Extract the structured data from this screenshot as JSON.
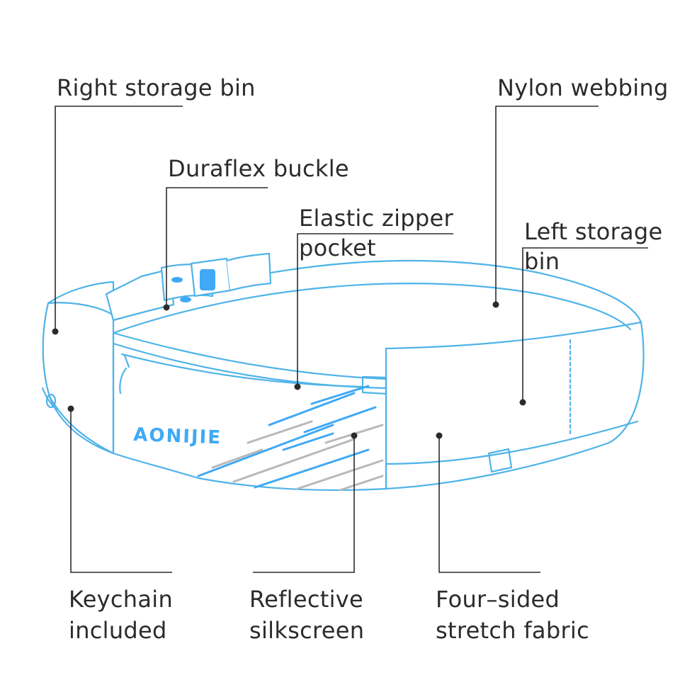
{
  "labels": {
    "right_storage_bin": "Right storage bin",
    "duraflex_buckle": "Duraflex buckle",
    "elastic_zipper_pocket": [
      "Elastic zipper",
      "pocket"
    ],
    "nylon_webbing": "Nylon webbing",
    "left_storage_bin": [
      "Left storage",
      "bin"
    ],
    "keychain_included": [
      "Keychain",
      "included"
    ],
    "reflective_silkscreen": [
      "Reflective",
      "silkscreen"
    ],
    "four_sided_stretch_fabric": [
      "Four–sided",
      "stretch fabric"
    ]
  },
  "brand_logo": "AONIJIE",
  "colors": {
    "outline": "#4fb3e8",
    "reflective_blue": "#3fa9f5",
    "reflective_gray": "#b8b8b8",
    "leader": "#2b2b2b",
    "text": "#2b2b2b"
  }
}
